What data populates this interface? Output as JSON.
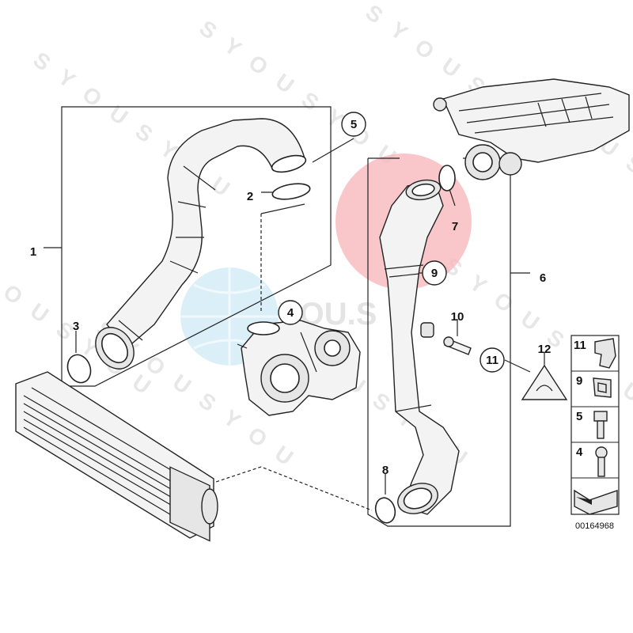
{
  "diagram": {
    "part_number": "00164968",
    "watermark_text": "YOU.S",
    "watermark_repeat": "S Y O U S Y O U",
    "highlight_color": "#f7b8bc",
    "callouts": [
      {
        "id": "1",
        "label": "1"
      },
      {
        "id": "2",
        "label": "2"
      },
      {
        "id": "3",
        "label": "3"
      },
      {
        "id": "4",
        "label": "4"
      },
      {
        "id": "5",
        "label": "5"
      },
      {
        "id": "6",
        "label": "6"
      },
      {
        "id": "7",
        "label": "7"
      },
      {
        "id": "8",
        "label": "8"
      },
      {
        "id": "9",
        "label": "9"
      },
      {
        "id": "10",
        "label": "10"
      },
      {
        "id": "11",
        "label": "11"
      },
      {
        "id": "12",
        "label": "12"
      }
    ],
    "legend": [
      {
        "label": "11",
        "icon": "clip-icon"
      },
      {
        "label": "9",
        "icon": "nut-clip-icon"
      },
      {
        "label": "5",
        "icon": "hex-bolt-icon"
      },
      {
        "label": "4",
        "icon": "socket-bolt-icon"
      }
    ]
  }
}
